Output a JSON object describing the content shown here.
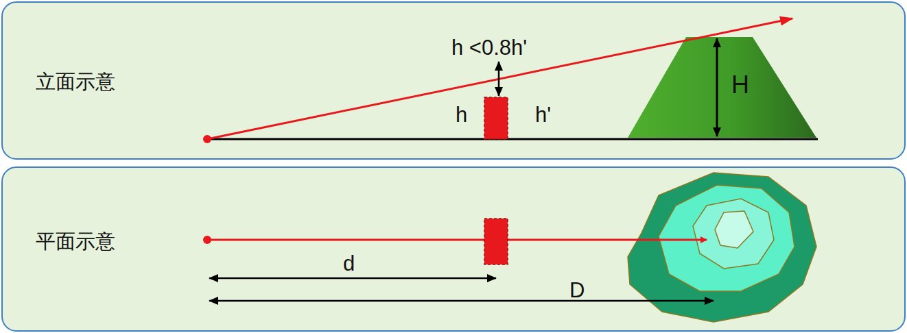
{
  "diagram": {
    "nodes": [
      {
        "text": [
          "立面示意"
        ]
      },
      {
        "text": [
          "平面示意"
        ]
      }
    ],
    "labels": [
      "h <0.8h'",
      "h",
      "h'",
      "H",
      "d",
      "D"
    ]
  }
}
